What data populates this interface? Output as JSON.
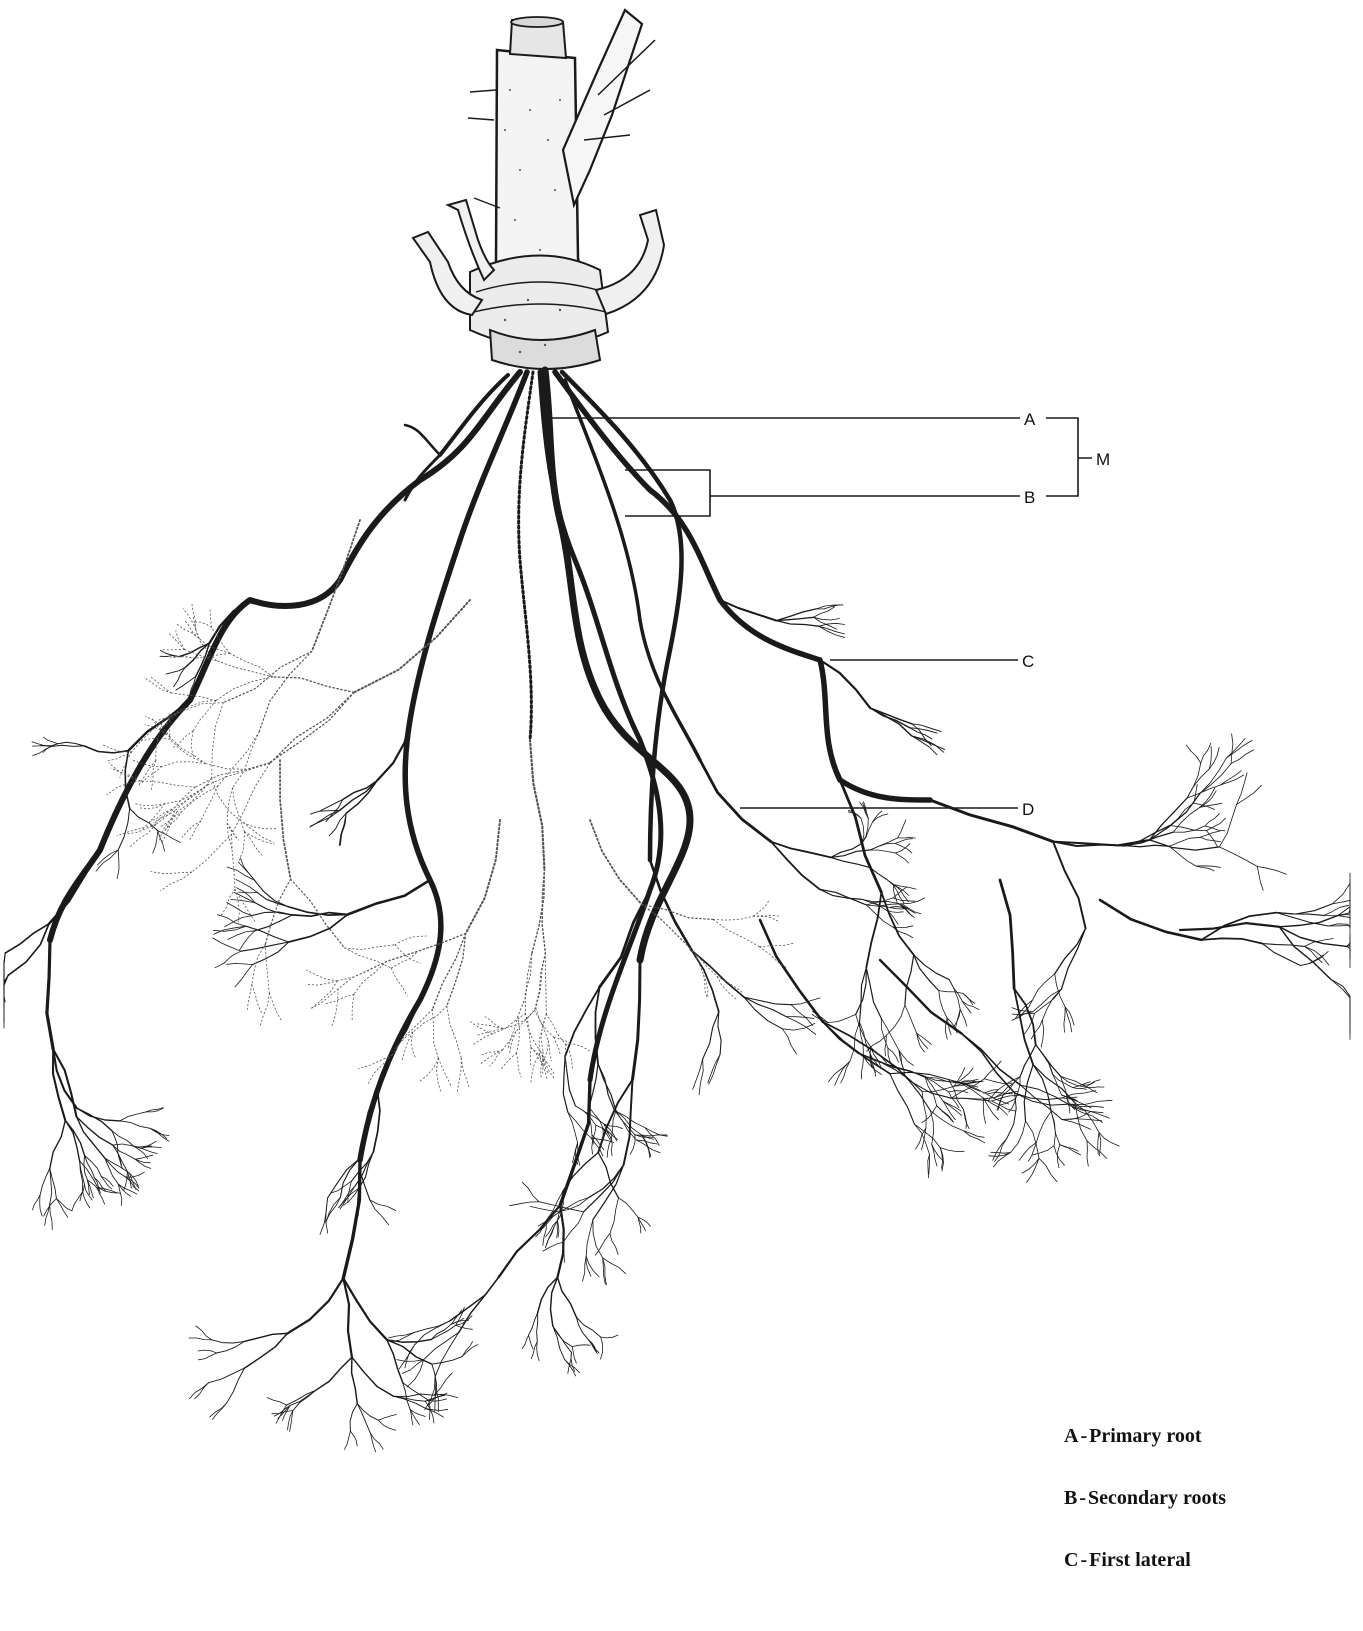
{
  "diagram": {
    "labels": {
      "a": "A",
      "b": "B",
      "m": "M",
      "c": "C",
      "d": "D"
    },
    "legend": [
      {
        "key": "A",
        "text": "Primary root"
      },
      {
        "key": "B",
        "text": "Secondary roots"
      },
      {
        "key": "C",
        "text": "First lateral"
      }
    ],
    "colors": {
      "ink": "#1a1a1a",
      "stipple": "#555555",
      "fill": "#f4f4f4"
    }
  }
}
